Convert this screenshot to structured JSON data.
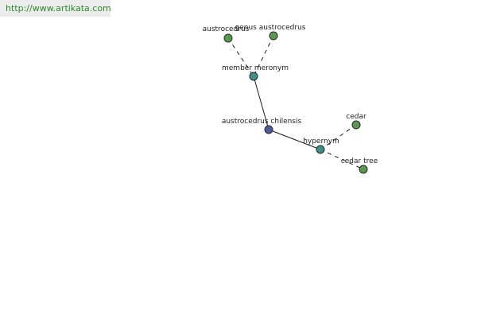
{
  "header": {
    "url": "http://www.artikata.com"
  },
  "colors": {
    "leaf": "#5a9a4f",
    "relation": "#3f8f8a",
    "center": "#4a5a9a",
    "url": "#2a8a2a"
  },
  "graph": {
    "nodes": [
      {
        "id": "austrocedrus",
        "label": "austrocedrus",
        "kind": "leaf"
      },
      {
        "id": "genus-austrocedrus",
        "label": "genus austrocedrus",
        "kind": "leaf"
      },
      {
        "id": "member-meronym",
        "label": "member meronym",
        "kind": "relation"
      },
      {
        "id": "austrocedrus-chilensis",
        "label": "austrocedrus chilensis",
        "kind": "center"
      },
      {
        "id": "hypernym",
        "label": "hypernym",
        "kind": "relation"
      },
      {
        "id": "cedar",
        "label": "cedar",
        "kind": "leaf"
      },
      {
        "id": "cedar-tree",
        "label": "cedar tree",
        "kind": "leaf"
      }
    ],
    "edges": [
      {
        "from": "austrocedrus",
        "to": "member-meronym",
        "style": "dashed"
      },
      {
        "from": "genus-austrocedrus",
        "to": "member-meronym",
        "style": "dashed"
      },
      {
        "from": "member-meronym",
        "to": "austrocedrus-chilensis",
        "style": "solid"
      },
      {
        "from": "austrocedrus-chilensis",
        "to": "hypernym",
        "style": "solid"
      },
      {
        "from": "hypernym",
        "to": "cedar",
        "style": "dashed"
      },
      {
        "from": "hypernym",
        "to": "cedar-tree",
        "style": "dashed"
      }
    ]
  }
}
